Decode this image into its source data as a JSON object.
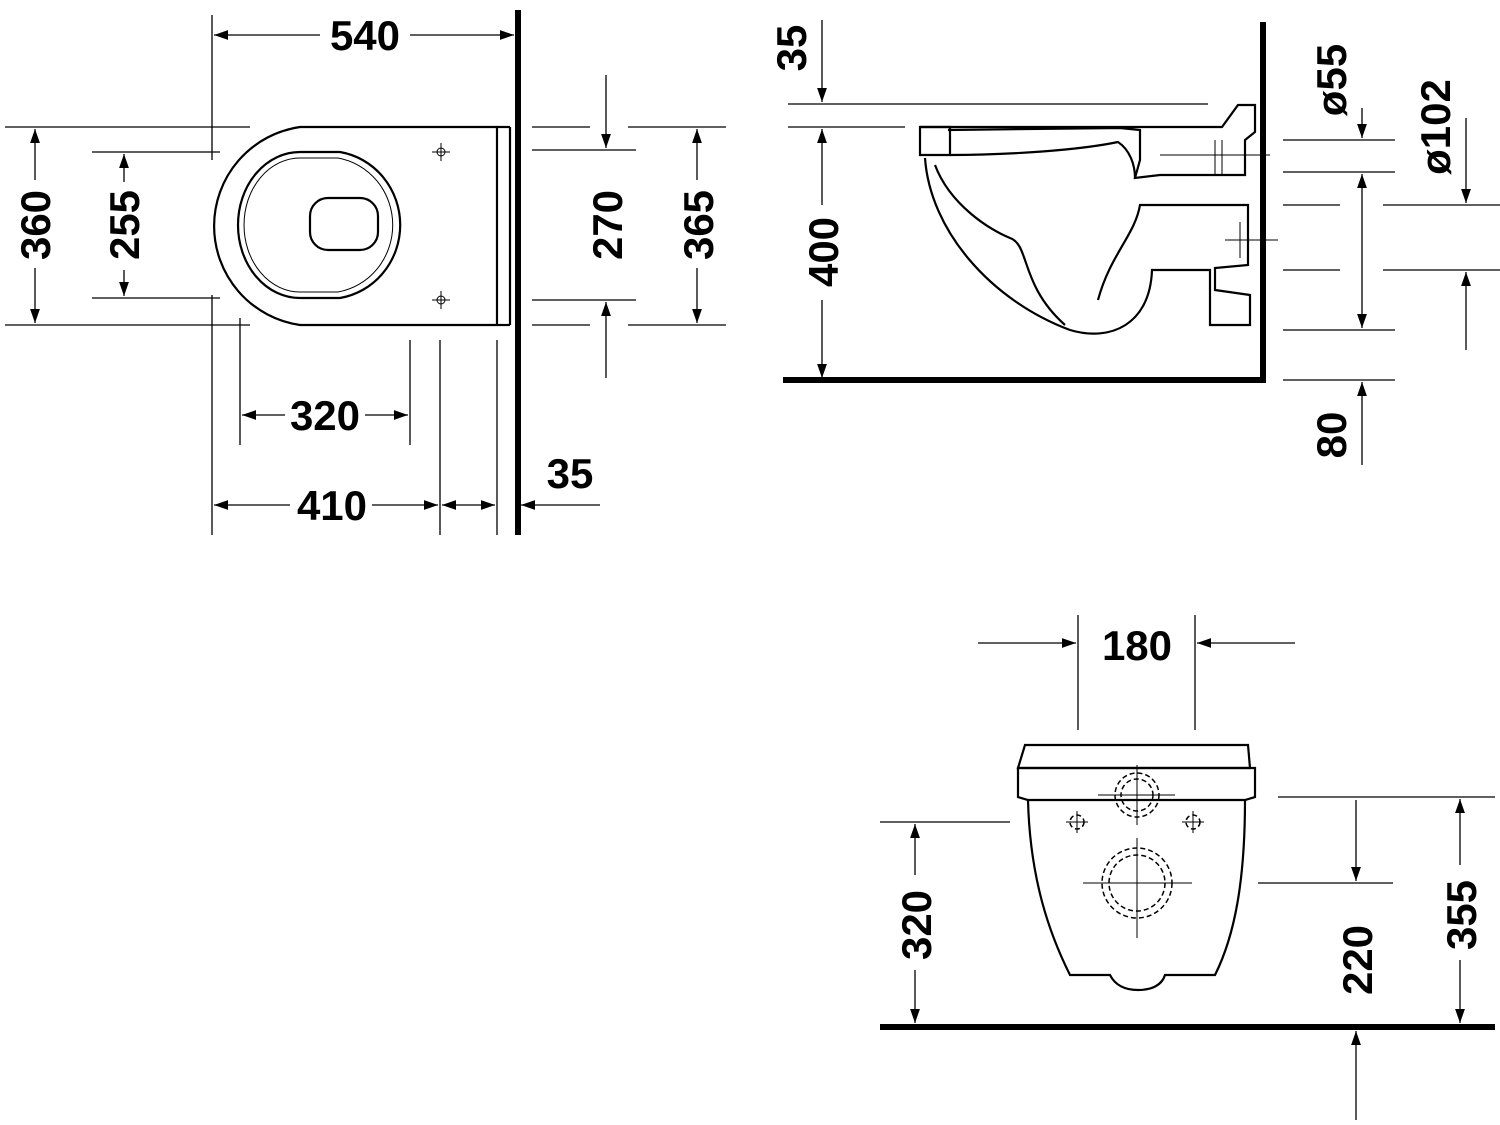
{
  "top_view": {
    "width_total": "540",
    "depth_outer": "360",
    "depth_inner": "255",
    "fixing_span": "270",
    "depth_rim": "365",
    "bowl_length": "320",
    "length_overall": "410",
    "wall_offset": "35"
  },
  "side_view": {
    "rim_gap": "35",
    "height": "400",
    "outlet_dia_small": "ø55",
    "outlet_dia_large": "ø102",
    "outlet_height": "80"
  },
  "front_view": {
    "outlet_width": "180",
    "fixing_height": "320",
    "outlet_center_height": "220",
    "inlet_height": "355"
  },
  "colors": {
    "line": "#000000",
    "background": "#ffffff"
  }
}
